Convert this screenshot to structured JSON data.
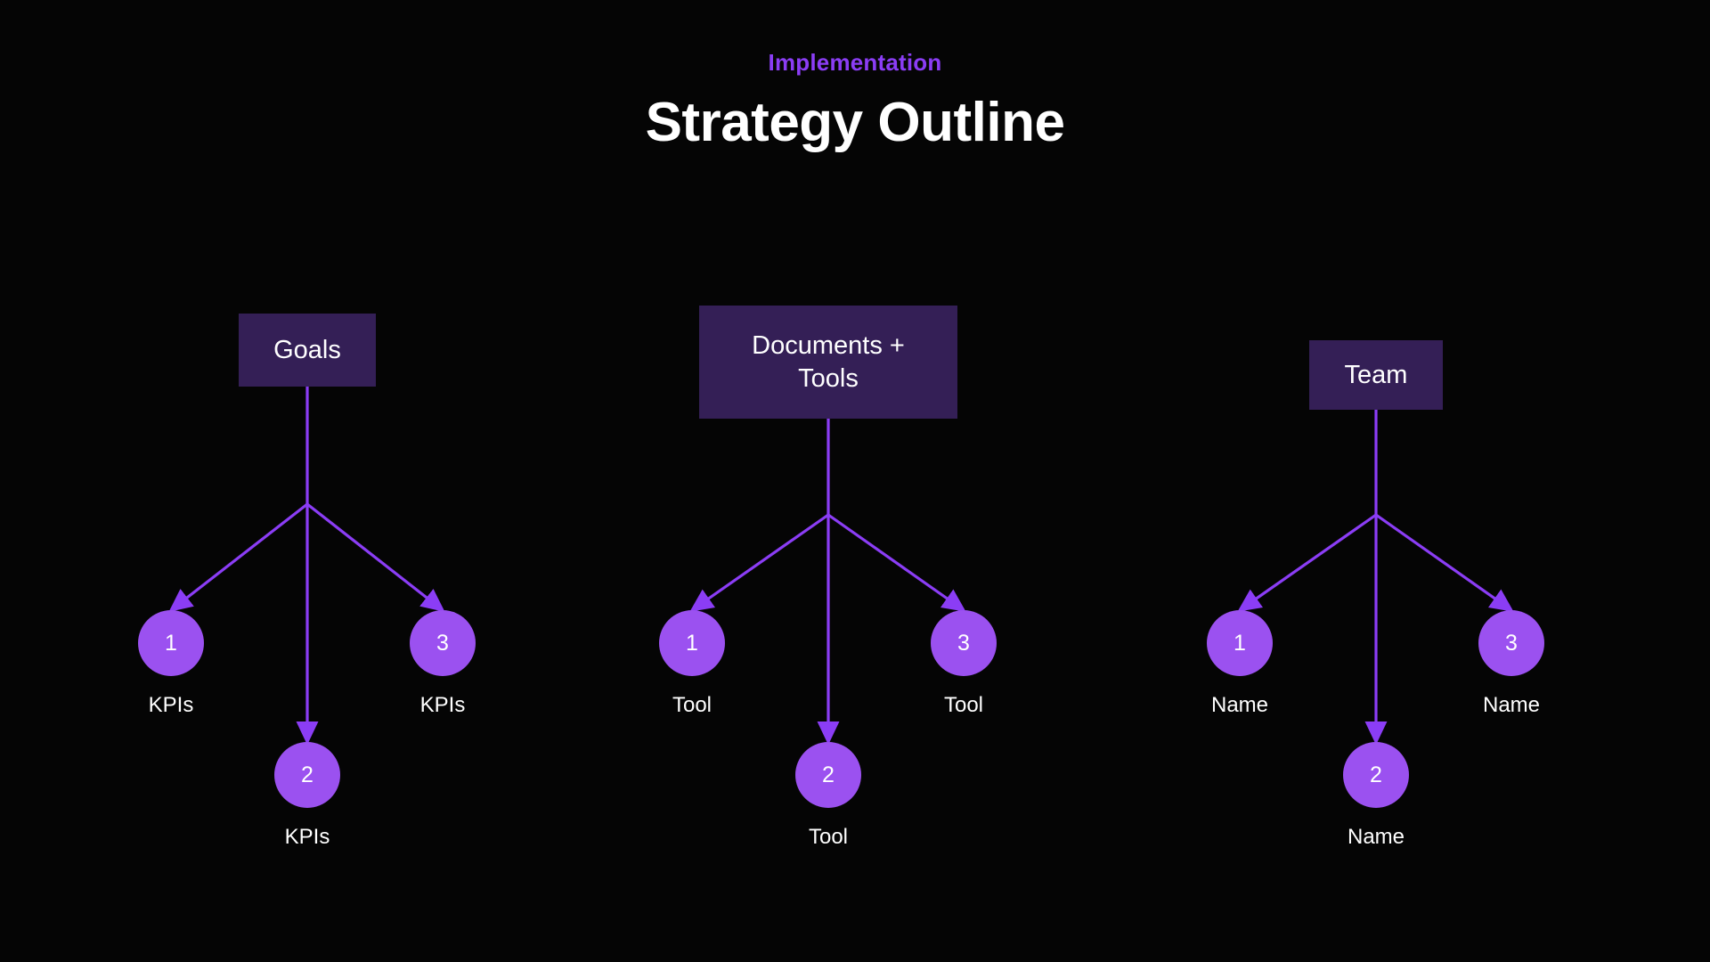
{
  "slide": {
    "background_color": "#050505",
    "eyebrow": "Implementation",
    "eyebrow_color": "#8B3DF5",
    "title": "Strategy Outline",
    "title_color": "#FFFFFF"
  },
  "theme": {
    "box_fill": "#341F56",
    "circle_fill": "#9B51F0",
    "connector_color": "#8B3DF5",
    "text_color": "#FFFFFF"
  },
  "groups": [
    {
      "id": "goals",
      "box_label": "Goals",
      "leaves": [
        {
          "number": "1",
          "label": "KPIs"
        },
        {
          "number": "2",
          "label": "KPIs"
        },
        {
          "number": "3",
          "label": "KPIs"
        }
      ]
    },
    {
      "id": "documents-tools",
      "box_label": "Documents +\nTools",
      "box_label_line1": "Documents +",
      "box_label_line2": "Tools",
      "leaves": [
        {
          "number": "1",
          "label": "Tool"
        },
        {
          "number": "2",
          "label": "Tool"
        },
        {
          "number": "3",
          "label": "Tool"
        }
      ]
    },
    {
      "id": "team",
      "box_label": "Team",
      "leaves": [
        {
          "number": "1",
          "label": "Name"
        },
        {
          "number": "2",
          "label": "Name"
        },
        {
          "number": "3",
          "label": "Name"
        }
      ]
    }
  ]
}
